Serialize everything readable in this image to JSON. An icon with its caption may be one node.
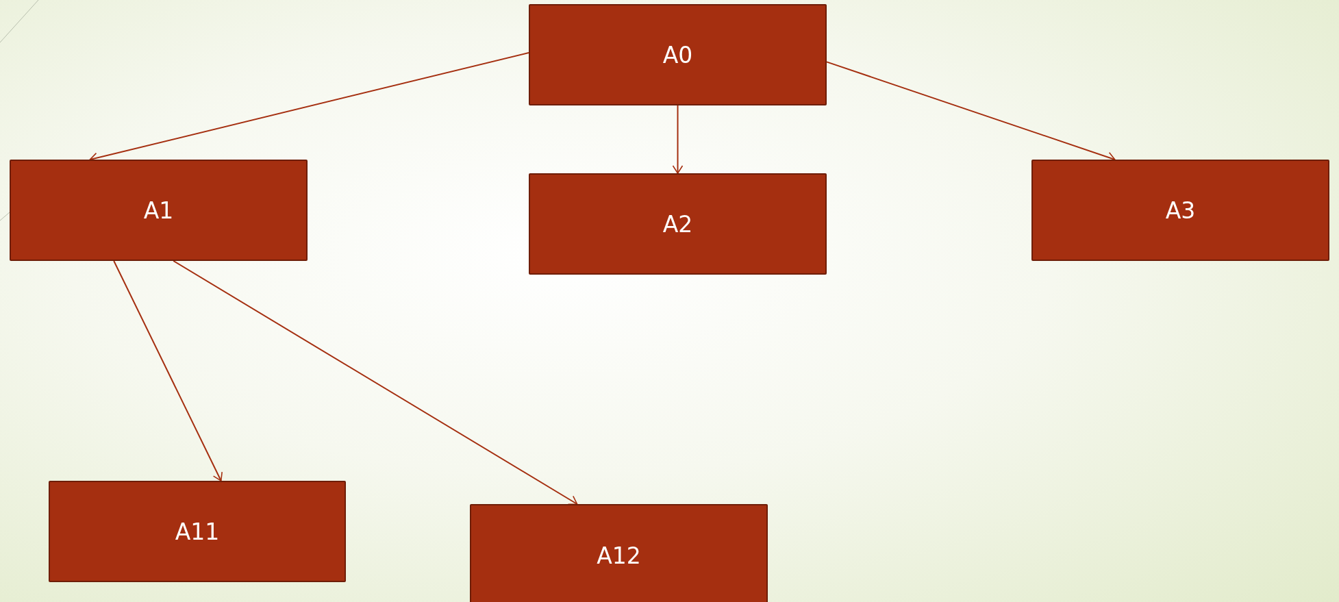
{
  "diagram": {
    "nodes": [
      {
        "text": [
          "A0"
        ]
      },
      {
        "text": [
          "A1"
        ]
      },
      {
        "text": [
          "A2"
        ]
      },
      {
        "text": [
          "A3"
        ]
      },
      {
        "text": [
          "A11"
        ]
      },
      {
        "text": [
          "A12"
        ]
      }
    ],
    "edges": [
      {
        "from": 0,
        "to": 1,
        "arrow": "to"
      },
      {
        "from": 0,
        "to": 2,
        "arrow": "to"
      },
      {
        "from": 0,
        "to": 3,
        "arrow": "to"
      },
      {
        "from": 1,
        "to": 4,
        "arrow": "to"
      },
      {
        "from": 1,
        "to": 5,
        "arrow": "to"
      }
    ]
  }
}
